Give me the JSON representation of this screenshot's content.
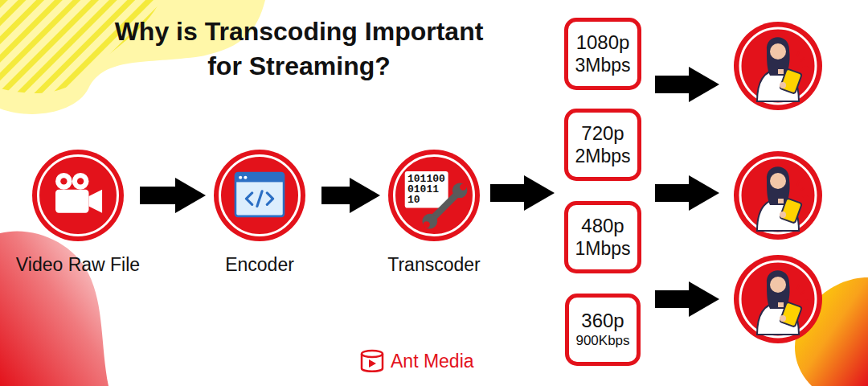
{
  "diagram": {
    "title": "Why is Transcoding Important for Streaming?",
    "nodes": [
      {
        "text": [
          "Video Raw File"
        ]
      },
      {
        "text": [
          "Encoder"
        ]
      },
      {
        "text": [
          "101100 01011 10",
          "Transcoder"
        ]
      },
      {
        "text": [
          "1080p",
          "3Mbps"
        ]
      },
      {
        "text": [
          "720p",
          "2Mbps"
        ]
      },
      {
        "text": [
          "480p",
          "1Mbps"
        ]
      },
      {
        "text": [
          "360p",
          "900Kbps"
        ]
      }
    ],
    "edges": [
      {
        "from": 0,
        "to": 1,
        "arrow": "to"
      },
      {
        "from": 1,
        "to": 2,
        "arrow": "to"
      }
    ],
    "labels": [
      "Ant Media"
    ]
  }
}
